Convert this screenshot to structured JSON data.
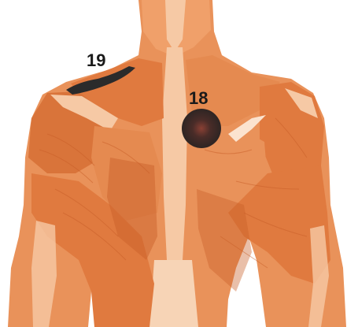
{
  "points": [
    {
      "label": "19",
      "marker_shape": "smudge-stroke",
      "marker_color": "#2b2b2b"
    },
    {
      "label": "18",
      "marker_shape": "circle",
      "marker_color": "#3a2a28",
      "center_color": "#8a4034"
    }
  ],
  "colors": {
    "skin_base": "#e9925a",
    "skin_mid": "#e07a3f",
    "skin_shadow": "#c85e28",
    "skin_highlight": "#f6c9a5",
    "skin_light": "#fbe3cf",
    "background": "#ffffff"
  }
}
